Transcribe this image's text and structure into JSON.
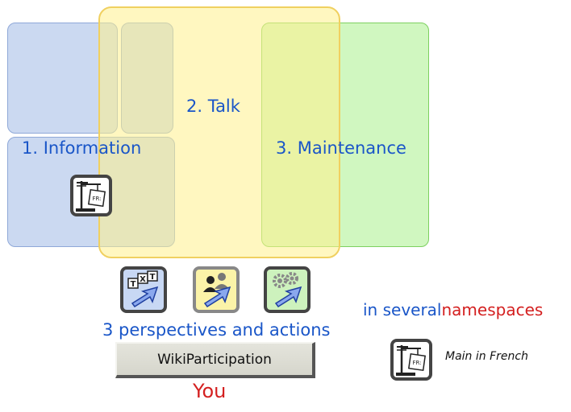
{
  "labels": {
    "information": "1. Information",
    "talk": "2. Talk",
    "maintenance": "3. Maintenance"
  },
  "perspectives_text": "3 perspectives and actions",
  "button_label": "WikiParticipation",
  "you_label": "You",
  "namespaces": {
    "prefix": "in several",
    "highlight": "namespaces"
  },
  "legend_text": "Main in French",
  "icon_badge": "FR:",
  "action_icons": {
    "txt_letters": [
      "T",
      "X",
      "T"
    ]
  },
  "colors": {
    "info": "#a0b9e6",
    "talk": "#fff08c",
    "maintenance": "#aaf08c",
    "label_blue": "#1a56c8",
    "you_red": "#d42020"
  }
}
